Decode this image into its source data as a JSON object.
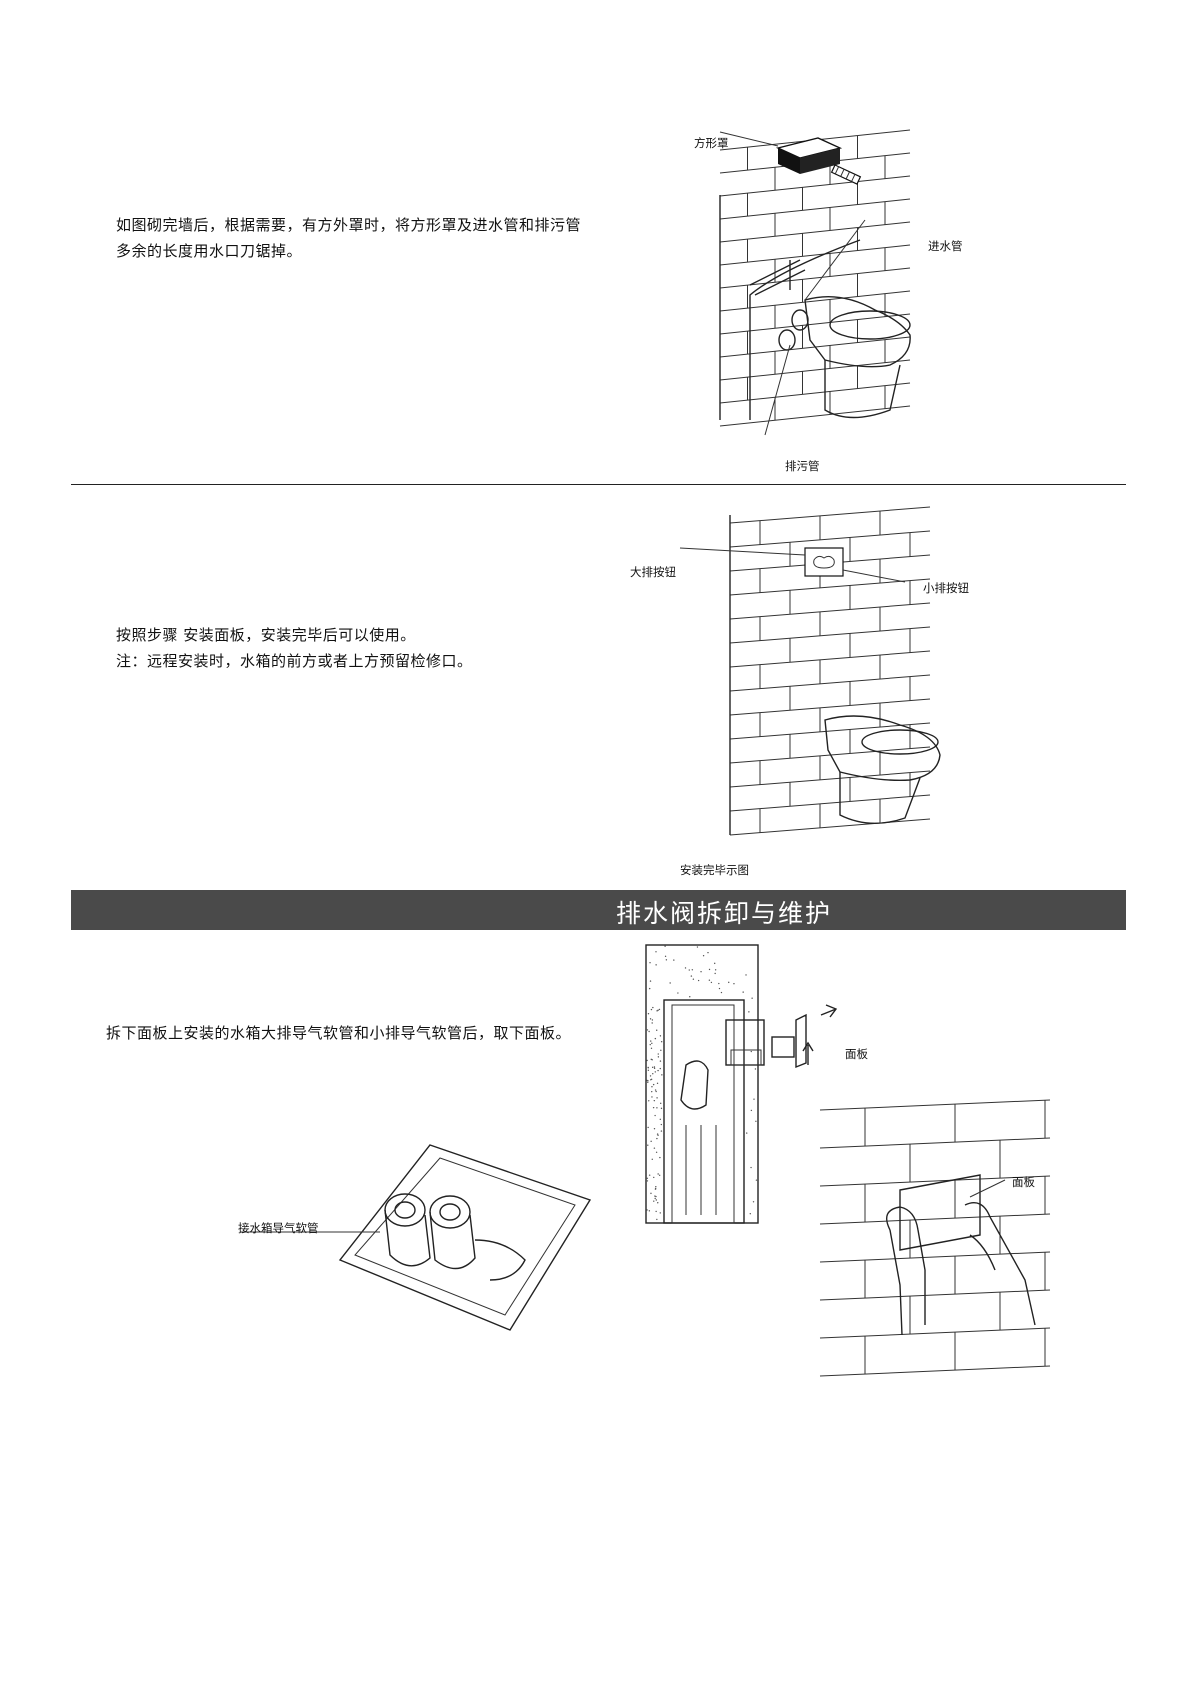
{
  "section1": {
    "text": "如图砌完墙后，根据需要，有方外罩时，将方形罩及进水管和排污管多余的长度用水口刀锯掉。",
    "labels": {
      "square_cover": "方形罩",
      "inlet_pipe": "进水管",
      "drain_pipe": "排污管"
    }
  },
  "section2": {
    "line1": "按照步骤  安装面板，安装完毕后可以使用。",
    "line2": "注：远程安装时，水箱的前方或者上方预留检修口。",
    "labels": {
      "big_flush": "大排按钮",
      "small_flush": "小排按钮",
      "caption": "安装完毕示图"
    }
  },
  "section3": {
    "title": "排水阀拆卸与维护",
    "text": "拆下面板上安装的水箱大排导气软管和小排导气软管后，取下面板。",
    "labels": {
      "hose": "接水箱导气软管",
      "panel_a": "面板",
      "panel_b": "面板"
    }
  }
}
